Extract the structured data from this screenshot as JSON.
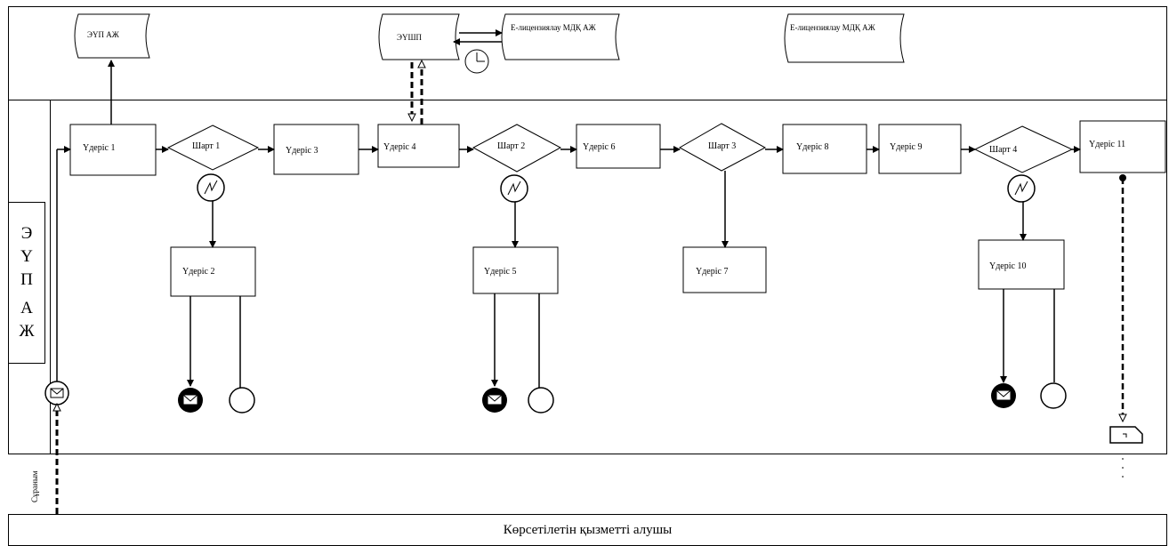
{
  "systems": {
    "eup": "ЭҮП АЖ",
    "eushp": "ЭҮШП",
    "eh_a": "Е-лицензиялау МДҚ АЖ",
    "eh_b": "Е-лицензиялау МДҚ АЖ"
  },
  "lane_left": [
    "Э",
    "Ү",
    "П",
    "А",
    "Ж"
  ],
  "steps": {
    "s1": "Үдеріс 1",
    "s2": "Үдеріс 2",
    "s3": "Үдеріс 3",
    "s4": "Үдеріс 4",
    "s5": "Үдеріс 5",
    "s6": "Үдеріс 6",
    "s7": "Үдеріс 7",
    "s8": "Үдеріс 8",
    "s9": "Үдеріс 9",
    "s10": "Үдеріс 10",
    "s11": "Үдеріс 11"
  },
  "conditions": {
    "c1": "Шарт 1",
    "c2": "Шарт 2",
    "c3": "Шарт 3",
    "c4": "Шарт 4"
  },
  "request_label": "Сұраным",
  "service_receiver": "Көрсетілетін қызметті алушы"
}
